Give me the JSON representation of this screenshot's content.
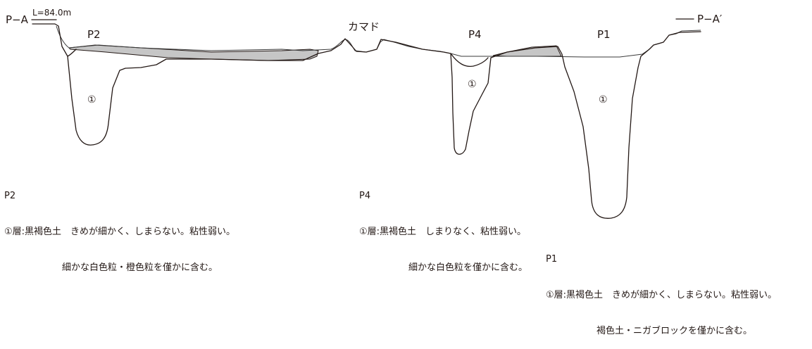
{
  "section": {
    "left_label": "P−A",
    "right_label": "P−A′",
    "elevation": "L=84.0m",
    "kamado_label": "カマド"
  },
  "pits": [
    {
      "id": "P2",
      "label": "P2",
      "layer_mark": "①"
    },
    {
      "id": "P4",
      "label": "P4",
      "layer_mark": "①"
    },
    {
      "id": "P1",
      "label": "P1",
      "layer_mark": "①"
    }
  ],
  "notes": {
    "p2": {
      "title": "P2",
      "line1": "①層:黒褐色土　きめが細かく、しまらない。粘性弱い。",
      "line2": "細かな白色粒・橙色粒を僅かに含む。"
    },
    "p4": {
      "title": "P4",
      "line1": "①層:黒褐色土　しまりなく、粘性弱い。",
      "line2": "細かな白色粒を僅かに含む。"
    },
    "p1": {
      "title": "P1",
      "line1": "①層:黒褐色土　きめが細かく、しまらない。粘性弱い。",
      "line2": "褐色土・ニガブロックを僅かに含む。"
    }
  }
}
